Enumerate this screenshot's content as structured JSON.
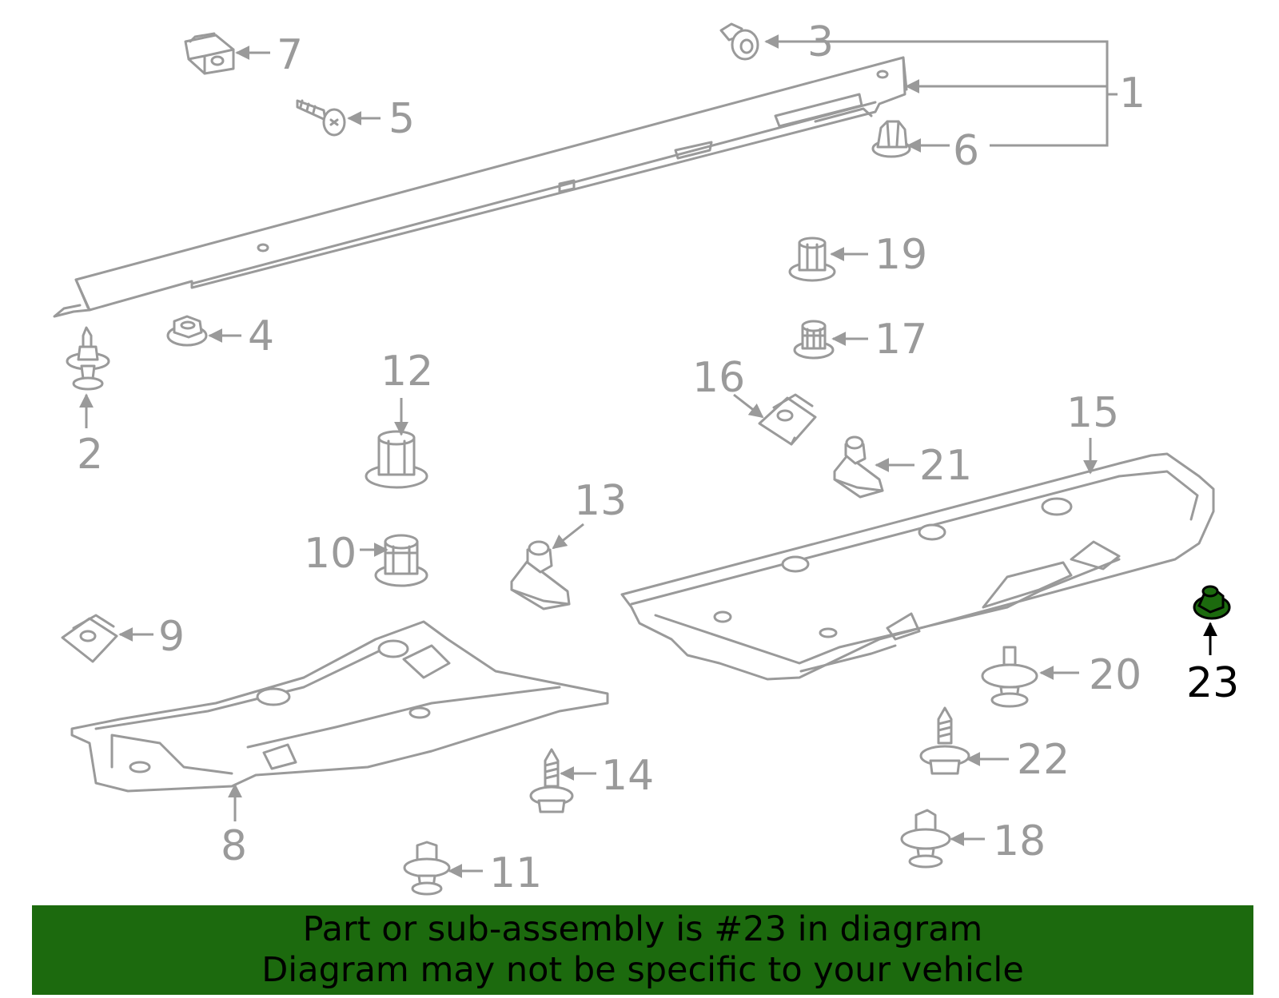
{
  "diagram": {
    "highlighted_part": "23",
    "callouts": [
      "1",
      "2",
      "3",
      "4",
      "5",
      "6",
      "7",
      "8",
      "9",
      "10",
      "11",
      "12",
      "13",
      "14",
      "15",
      "16",
      "17",
      "18",
      "19",
      "20",
      "21",
      "22",
      "23"
    ]
  },
  "banner": {
    "line1": "Part or sub-assembly is #23 in diagram",
    "line2": "Diagram may not be specific to your vehicle"
  },
  "colors": {
    "line_gray": "#9a9a9a",
    "highlight_green": "#1c6a0e",
    "banner_green": "#1c6a0e",
    "text_black": "#000000"
  }
}
